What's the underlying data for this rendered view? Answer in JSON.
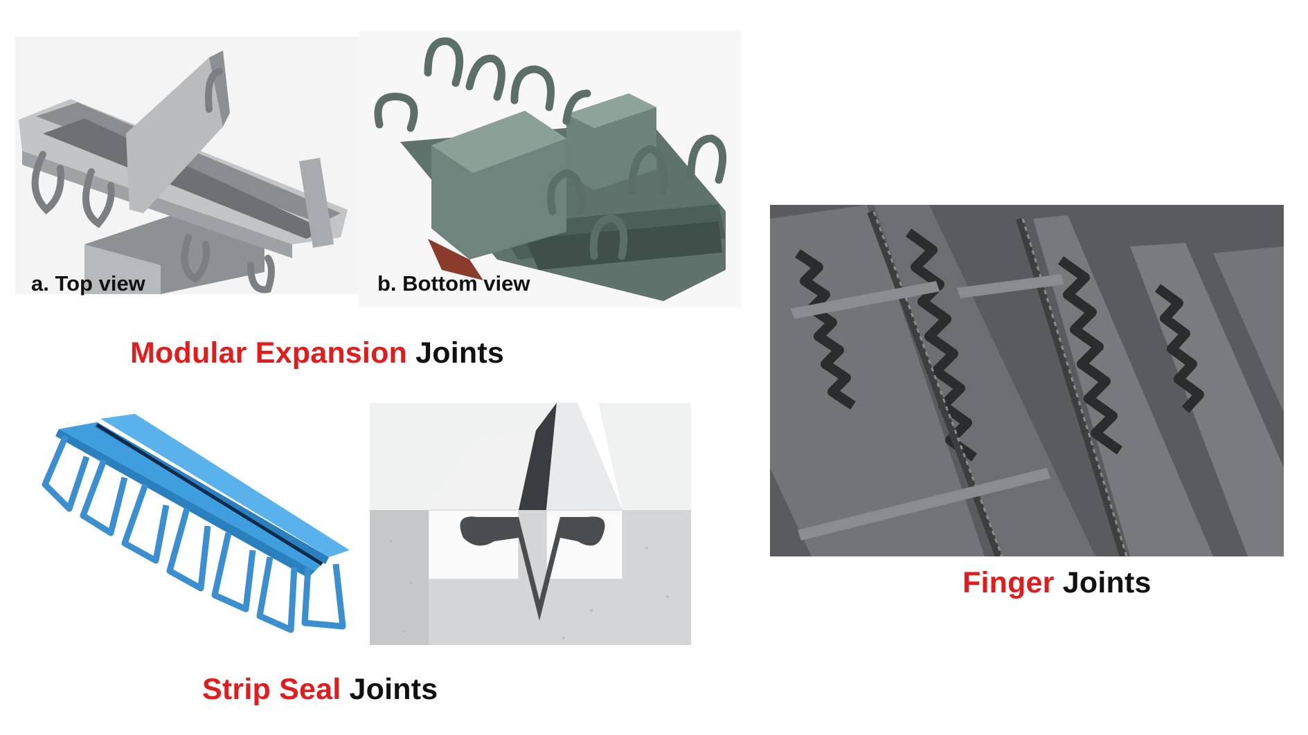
{
  "modular": {
    "top_view_caption": "a. Top view",
    "bottom_view_caption": "b. Bottom view",
    "title_highlight": "Modular Expansion",
    "title_rest": "Joints"
  },
  "strip_seal": {
    "title_highlight": "Strip Seal",
    "title_rest": "Joints"
  },
  "finger": {
    "title_highlight": "Finger",
    "title_rest": "Joints"
  },
  "colors": {
    "highlight": "#e31b1b",
    "text": "#111111",
    "steel_gray": "#a9acae",
    "steel_green": "#6b7f78",
    "seal_blue": "#3d9ad9",
    "finger_plate": "#6f7073"
  }
}
